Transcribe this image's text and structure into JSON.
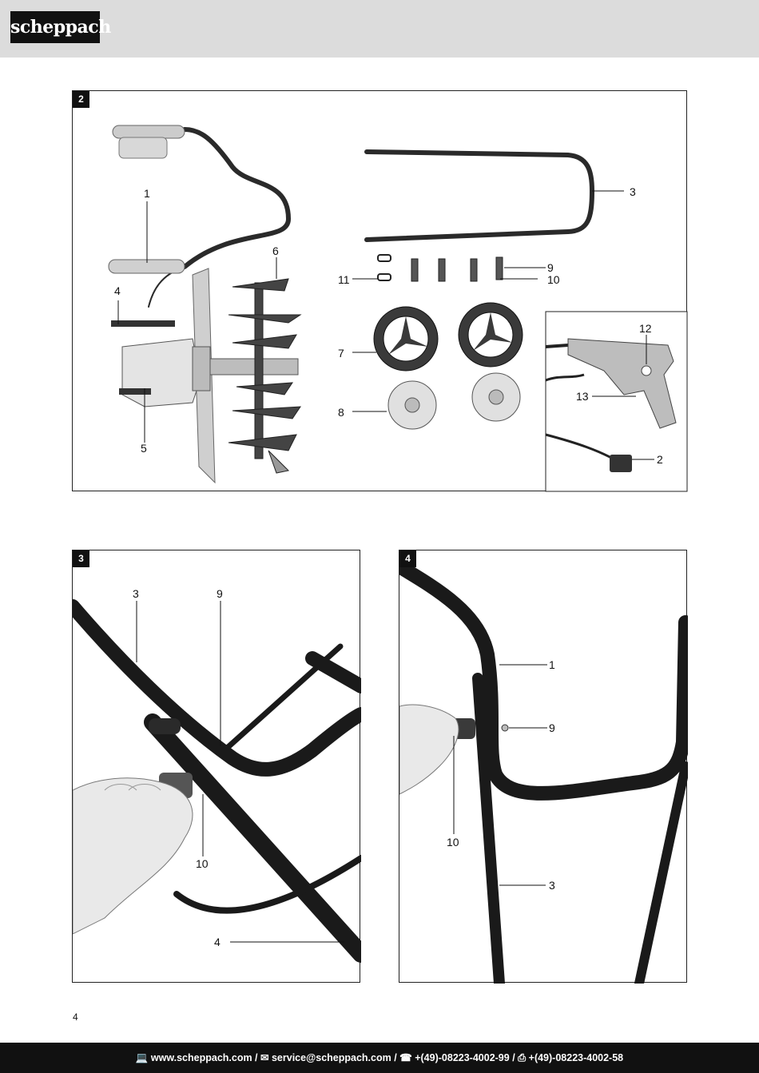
{
  "header": {
    "logo_text": "scheppach"
  },
  "figures": {
    "fig2": {
      "number": "2",
      "labels": {
        "l1": "1",
        "l2": "2",
        "l3": "3",
        "l4": "4",
        "l5": "5",
        "l6": "6",
        "l7": "7",
        "l8": "8",
        "l9": "9",
        "l10": "10",
        "l11": "11",
        "l12": "12",
        "l13": "13"
      }
    },
    "fig3": {
      "number": "3",
      "labels": {
        "l3": "3",
        "l9": "9",
        "l10": "10",
        "l4": "4"
      }
    },
    "fig4": {
      "number": "4",
      "labels": {
        "l1": "1",
        "l9": "9",
        "l10": "10",
        "l3": "3"
      }
    }
  },
  "page_number": "4",
  "footer": {
    "web": "www.scheppach.com",
    "email": "service@scheppach.com",
    "phone": "+(49)-08223-4002-99",
    "fax": "+(49)-08223-4002-58",
    "sep": " / "
  }
}
